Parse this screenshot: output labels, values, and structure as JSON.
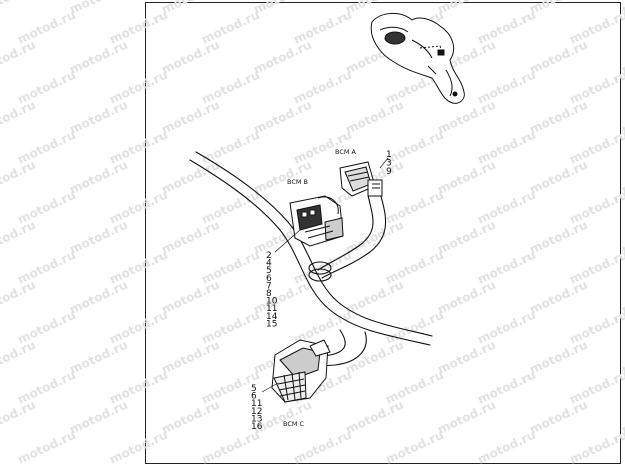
{
  "watermark_text": "motod.ru",
  "connectors": {
    "bcm_a": {
      "label": "BCM A",
      "pins": [
        "1",
        "3",
        "9"
      ]
    },
    "bcm_b": {
      "label": "BCM B",
      "pins": [
        "2",
        "4",
        "5",
        "6",
        "7",
        "8",
        "10",
        "11",
        "14",
        "15"
      ]
    },
    "bcm_c": {
      "label": "BCM C",
      "pins": [
        "5",
        "6",
        "11",
        "12",
        "13",
        "16"
      ]
    }
  }
}
